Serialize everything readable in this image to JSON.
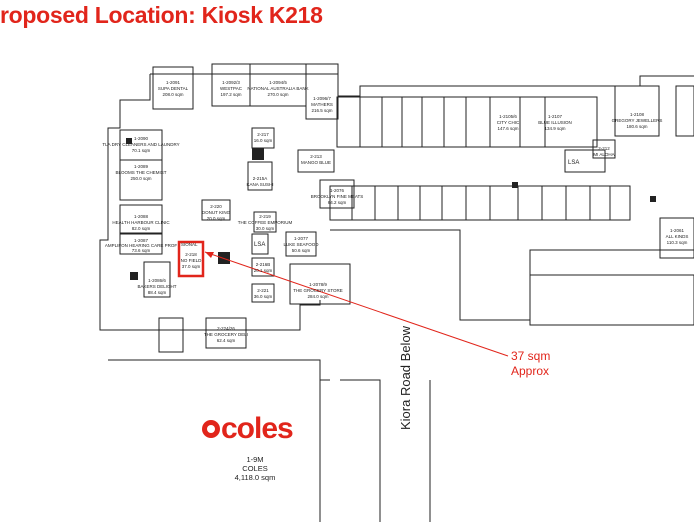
{
  "title": "roposed Location: Kiosk K218",
  "road_label": "Kiora Road Below",
  "annotation": {
    "line1": "37 sqm",
    "line2": "Approx"
  },
  "anchor": {
    "brand": "coles",
    "code": "1-9M",
    "name": "COLES",
    "area": "4,118.0 sqm"
  },
  "colors": {
    "highlight": "#e1251b",
    "outline": "#222222",
    "text": "#222222"
  },
  "tenants": [
    {
      "code": "1-2091",
      "name": "SUPA DENTAL",
      "area": "208.0 sqm"
    },
    {
      "code": "1-2092/3",
      "name": "WESTPAC",
      "area": "197.2 sqm"
    },
    {
      "code": "1-2094/5",
      "name": "NATIONAL AUSTRALIA BANK",
      "area": "270.0 sqm"
    },
    {
      "code": "1-2096/7",
      "name": "MATHERS",
      "area": "216.5 sqm"
    },
    {
      "code": "1-2090",
      "name": "TLA DRY CLEANERS AND LAUNDRY",
      "area": "70.1 sqm"
    },
    {
      "code": "1-2089",
      "name": "BLOOMS THE CHEMIST",
      "area": "250.0 sqm"
    },
    {
      "code": "1-2088",
      "name": "HEALTH HARBOUR CLINIC",
      "area": "82.0 sqm"
    },
    {
      "code": "1-2087",
      "name": "AMPLIFON HEARING CARE PROF",
      "area": "73.6 sqm"
    },
    {
      "code": "1-2086/6",
      "name": "BAKERS DELIGHT",
      "area": "88.4 sqm"
    },
    {
      "code": "2-218",
      "name": "NO FIELD",
      "area": "37.0 sqm"
    },
    {
      "code": "2-224/26",
      "name": "THE GROCERY DELI",
      "area": "62.4 sqm"
    },
    {
      "code": "2-221",
      "name": "",
      "area": "36.0 sqm"
    },
    {
      "code": "2-216B",
      "name": "",
      "area": "20.1 sqm"
    },
    {
      "code": "1-2077",
      "name": "LUKE SEAFOOD",
      "area": "50.6 sqm"
    },
    {
      "code": "1-2078/9",
      "name": "THE GROCERY STORE",
      "area": "284.0 sqm"
    },
    {
      "code": "2-219",
      "name": "THE COFFEE EMPORIUM",
      "area": "30.0 sqm"
    },
    {
      "code": "2-220",
      "name": "DONUT KING",
      "area": "20.0 sqm"
    },
    {
      "code": "2-215A",
      "name": "KANA SUSHI",
      "area": ""
    },
    {
      "code": "2-217",
      "name": "",
      "area": "16.0 sqm"
    },
    {
      "code": "2-213",
      "name": "MANGO BLUE",
      "area": ""
    },
    {
      "code": "1-2076",
      "name": "BROOKLYN FINE MEATS",
      "area": "64.2 sqm"
    },
    {
      "code": "1-2108",
      "name": "GREGORY JEWELLERS",
      "area": "180.6 sqm"
    },
    {
      "code": "1-2105/6",
      "name": "CITY CHIC",
      "area": "147.6 sqm"
    },
    {
      "code": "1-2107",
      "name": "BLUE ILLUSION",
      "area": "134.9 sqm"
    },
    {
      "code": "1-2061",
      "name": "ALL KINDS",
      "area": "110.3 sqm"
    },
    {
      "code": "2-212",
      "name": "MI ALOHA",
      "area": ""
    }
  ],
  "labels": {
    "lsa_left": "LSA",
    "lsa_right": "LSA",
    "kiosk_arrow_label": "SIONAL"
  }
}
